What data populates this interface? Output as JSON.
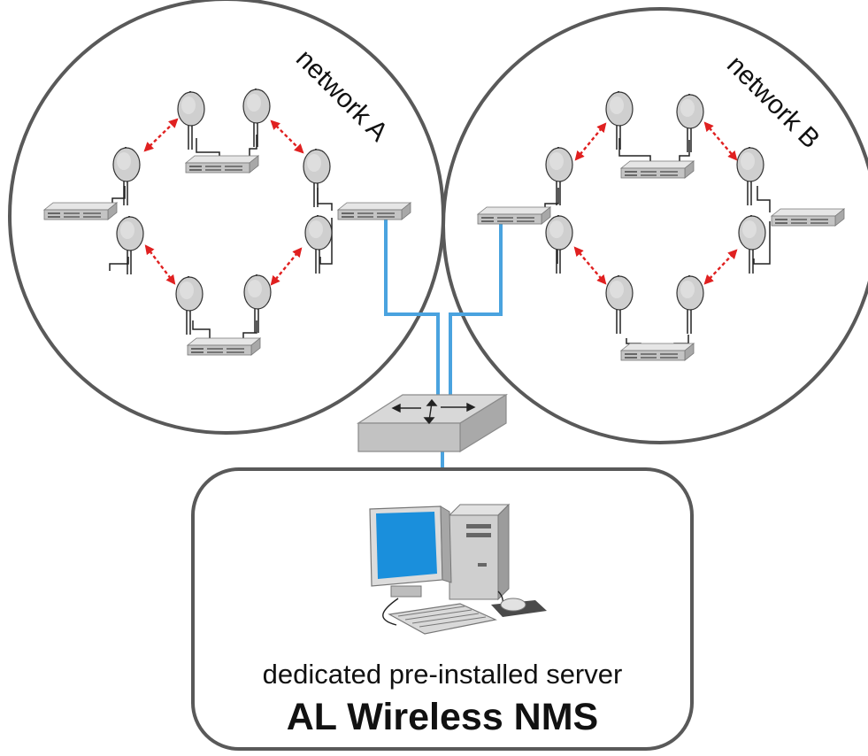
{
  "networks": [
    {
      "label": "network A"
    },
    {
      "label": "network B"
    }
  ],
  "server": {
    "description": "dedicated pre-installed server",
    "product_name": "AL Wireless NMS"
  },
  "colors": {
    "outline": "#595959",
    "uplink_cable": "#4aa3df",
    "wireless_link": "#e02020",
    "node_fill": "#cfcfcf",
    "switch_body": "#c9c9c9",
    "switch_top": "#d8d8d8",
    "monitor_screen": "#1a8fdc"
  },
  "icons": [
    "radio-node-icon",
    "ethernet-switch-icon",
    "core-switch-icon",
    "server-pc-icon",
    "wireless-link-arrow-icon"
  ]
}
